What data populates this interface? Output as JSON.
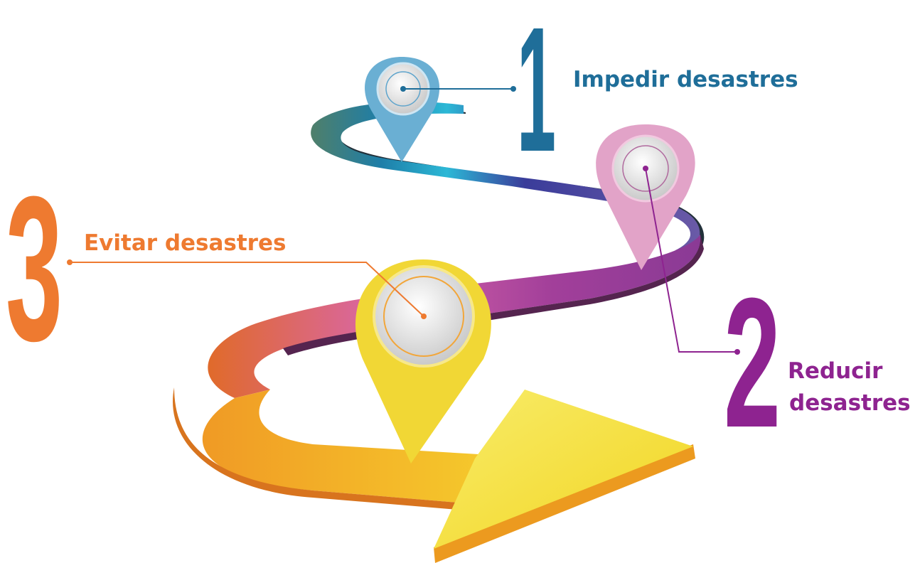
{
  "steps": [
    {
      "number": "1",
      "label": "Impedir desastres",
      "color": "#1f6e99"
    },
    {
      "number": "2",
      "label_line1": "Reducir",
      "label_line2": "desastres",
      "color": "#8e2390"
    },
    {
      "number": "3",
      "label": "Evitar desastres",
      "color": "#ee7a30"
    }
  ],
  "colors": {
    "pin1": "#6aafd3",
    "pin2": "#e2a3c8",
    "pin3": "#f1d735",
    "arrow": "#f2e132"
  }
}
